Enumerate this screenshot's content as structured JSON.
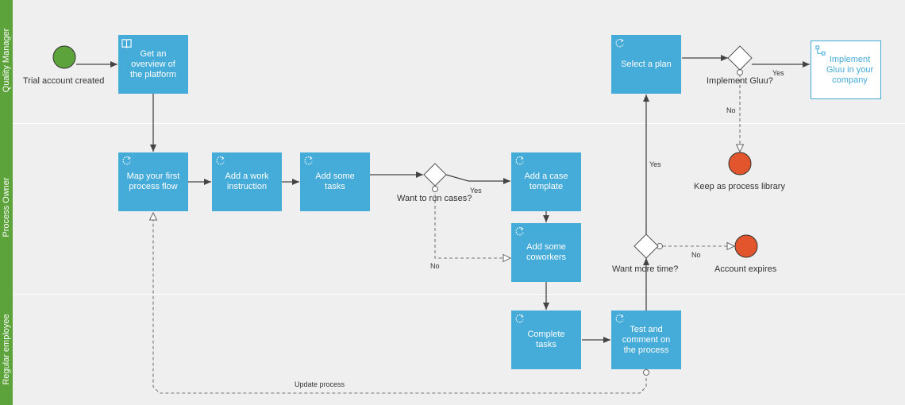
{
  "lanes": {
    "quality_manager": "Quality Manager",
    "process_owner": "Process Owner",
    "regular_employee": "Regular employee"
  },
  "events": {
    "start": "Trial account created",
    "end_library": "Keep as process library",
    "end_expires": "Account expires"
  },
  "tasks": {
    "overview": "Get an overview of the platform",
    "map_flow": "Map your first process flow",
    "work_instruction": "Add a work instruction",
    "add_tasks": "Add some tasks",
    "case_template": "Add a case template",
    "coworkers": "Add some coworkers",
    "complete_tasks": "Complete tasks",
    "test_comment": "Test and comment on the process",
    "select_plan": "Select a plan",
    "implement_gluu": "Implement Gluu in your company"
  },
  "gateways": {
    "run_cases": "Want to run cases?",
    "more_time": "Want more time?",
    "implement": "Implement Gluu?"
  },
  "flow_labels": {
    "yes_cases": "Yes",
    "no_cases": "No",
    "yes_time": "Yes",
    "no_time": "No",
    "yes_implement": "Yes",
    "no_implement": "No",
    "update_process": "Update process"
  },
  "colors": {
    "task_fill": "#45abd8",
    "lane_header": "#5da33b",
    "start_event": "#5da33b",
    "end_event": "#e2552d",
    "background": "#efefef"
  },
  "icons": {
    "overview": "book-icon",
    "loop": "loop-icon",
    "subprocess": "subprocess-icon"
  }
}
